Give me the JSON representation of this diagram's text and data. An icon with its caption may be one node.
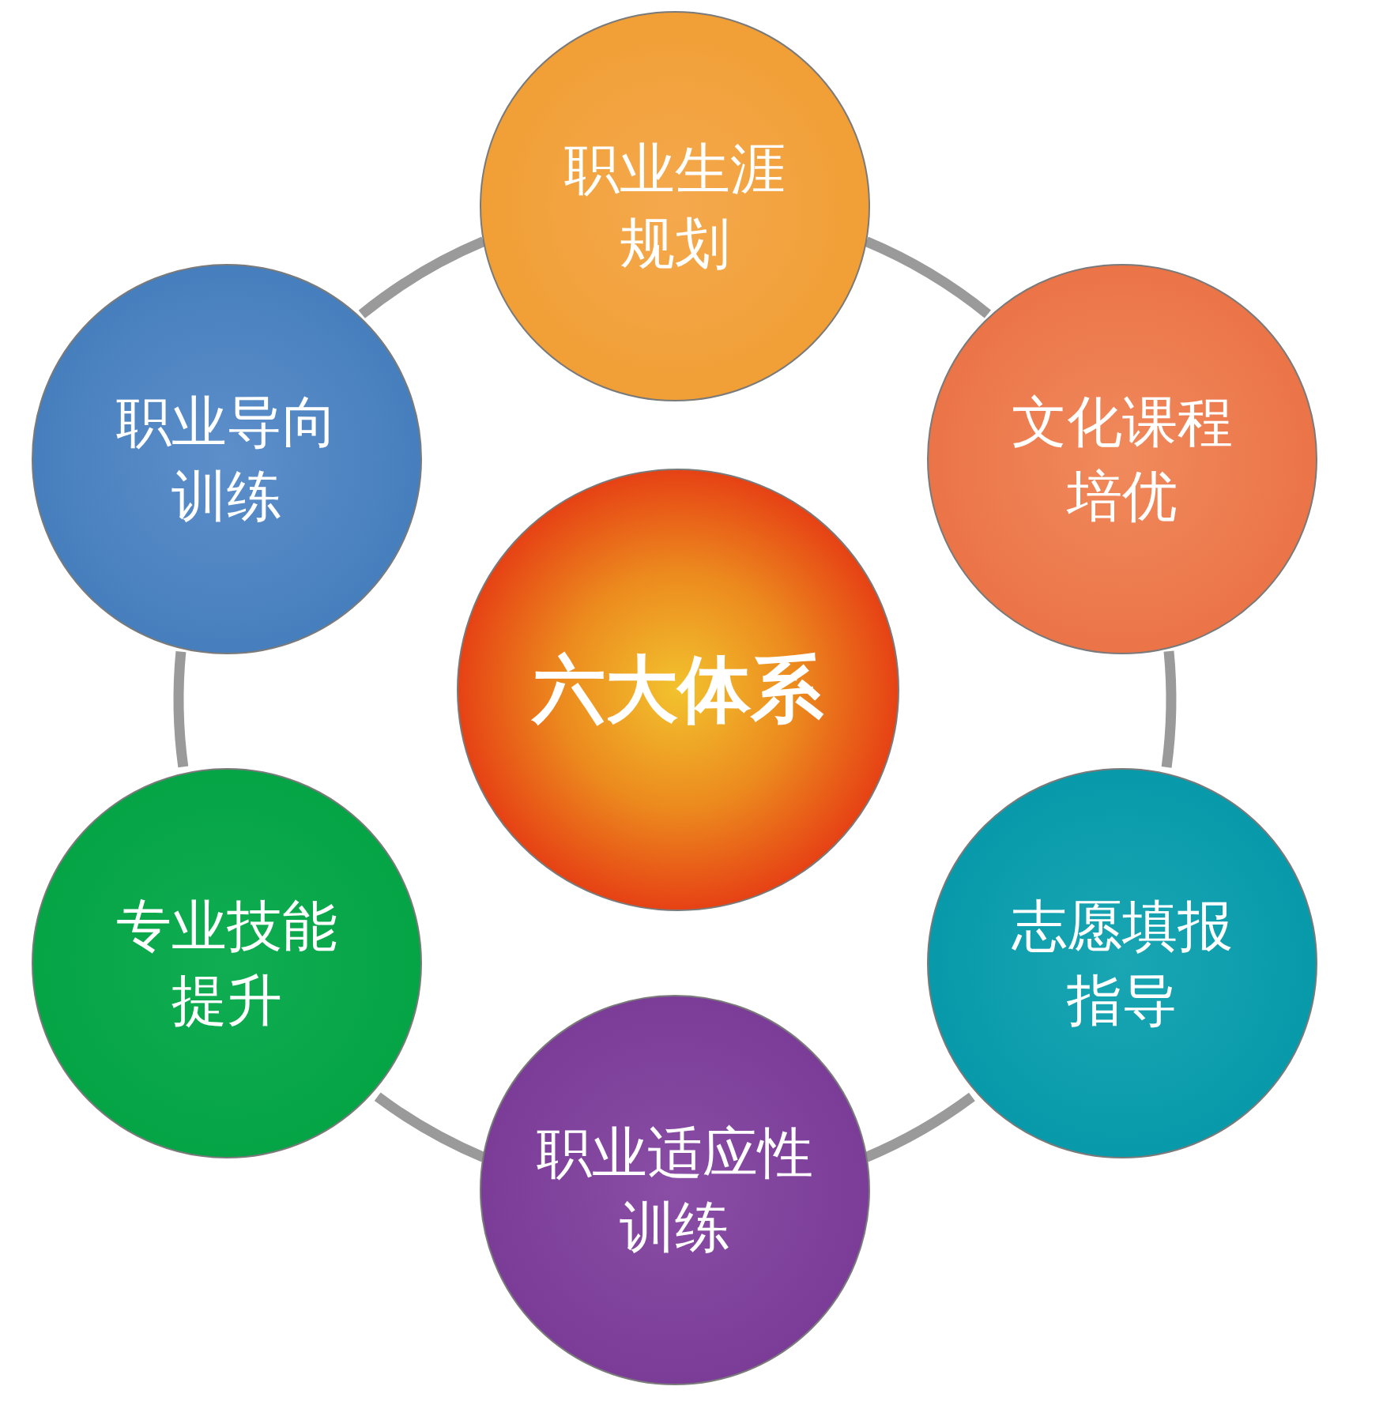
{
  "diagram": {
    "nodes": [
      {
        "text": [
          "六大体系"
        ]
      },
      {
        "text": [
          "职业生涯规划"
        ]
      },
      {
        "text": [
          "文化课程培优"
        ]
      },
      {
        "text": [
          "志愿填报指导"
        ]
      },
      {
        "text": [
          "职业适应性训练"
        ]
      },
      {
        "text": [
          "专业技能提升"
        ]
      },
      {
        "text": [
          "职业导向训练"
        ]
      }
    ],
    "edges": [
      {
        "from": 1,
        "to": 2,
        "arrow": "none"
      },
      {
        "from": 2,
        "to": 3,
        "arrow": "none"
      },
      {
        "from": 3,
        "to": 4,
        "arrow": "none"
      },
      {
        "from": 4,
        "to": 5,
        "arrow": "none"
      },
      {
        "from": 5,
        "to": 6,
        "arrow": "none"
      },
      {
        "from": 6,
        "to": 1,
        "arrow": "none"
      }
    ]
  }
}
